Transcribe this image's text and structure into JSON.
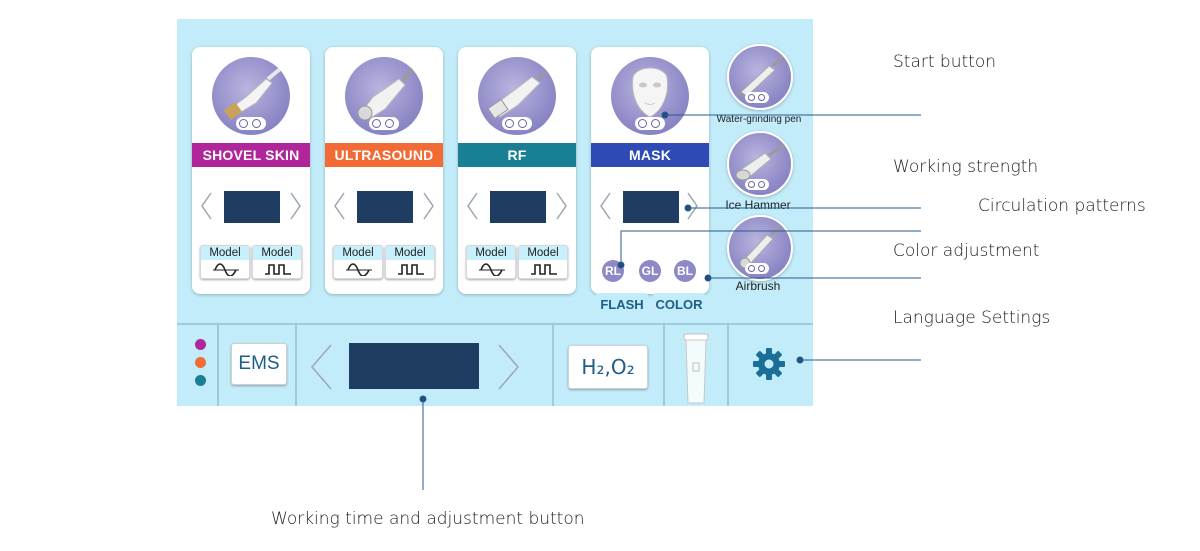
{
  "cards": [
    {
      "label": "SHOVEL SKIN",
      "color": "#b0269a"
    },
    {
      "label": "ULTRASOUND",
      "color": "#f26b35"
    },
    {
      "label": "RF",
      "color": "#197f94"
    },
    {
      "label": "MASK",
      "color": "#2d4ab5"
    }
  ],
  "model_label": "Model",
  "mask": {
    "circulation": [
      "RL",
      "GL",
      "BL"
    ],
    "flash_label": "FLASH",
    "color_label": "COLOR"
  },
  "side_tools": [
    {
      "label": "Water-grinding pen"
    },
    {
      "label": "Ice Hammer"
    },
    {
      "label": "Airbrush"
    }
  ],
  "bottom": {
    "dot_colors": [
      "#b0269a",
      "#f26b35",
      "#197f94"
    ],
    "ems_label": "EMS",
    "h2o2_label": "H₂,O₂",
    "settings_icon": "gear-icon",
    "trash_icon": "trash-container-icon"
  },
  "callouts": {
    "start": "Start button",
    "strength": "Working strength",
    "circulation": "Circulation patterns",
    "color": "Color adjustment",
    "language": "Language Settings",
    "time": "Working time and adjustment button"
  },
  "colors": {
    "panel_bg": "#c2ecf9",
    "display": "#1f3c62",
    "probe_circle": "#8d88c6",
    "accent_text": "#1c5e86",
    "line": "#2a5a8a"
  }
}
